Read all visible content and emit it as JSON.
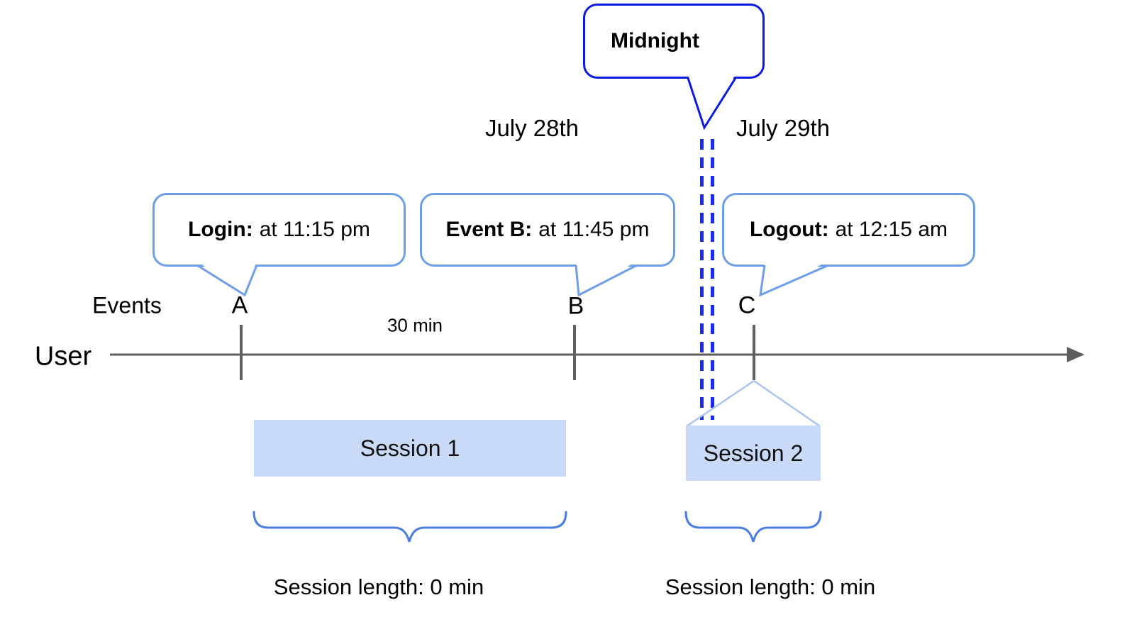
{
  "callouts": {
    "midnight": {
      "text": "Midnight"
    },
    "login": {
      "label": "Login:",
      "detail": "at 11:15 pm"
    },
    "event_b": {
      "label": "Event B:",
      "detail": "at 11:45 pm"
    },
    "logout": {
      "label": "Logout:",
      "detail": "at 12:15 am"
    }
  },
  "dates": {
    "before": "July 28th",
    "after": "July 29th"
  },
  "timeline": {
    "row_label": "Events",
    "axis_label": "User",
    "interval_label": "30 min",
    "markers": [
      {
        "id": "A"
      },
      {
        "id": "B"
      },
      {
        "id": "C"
      }
    ]
  },
  "sessions": [
    {
      "name": "Session 1",
      "length": "Session length: 0 min"
    },
    {
      "name": "Session 2",
      "length": "Session length: 0 min"
    }
  ],
  "colors": {
    "callout_border": "#6d9eeb",
    "midnight_border": "#0b1ae0",
    "day_divider_blue": "#1a2af0",
    "session_fill": "#c9daf8",
    "axis_gray": "#5f5f5f",
    "brace_blue": "#4a7de2",
    "projection_blue": "#a8c4f0"
  }
}
